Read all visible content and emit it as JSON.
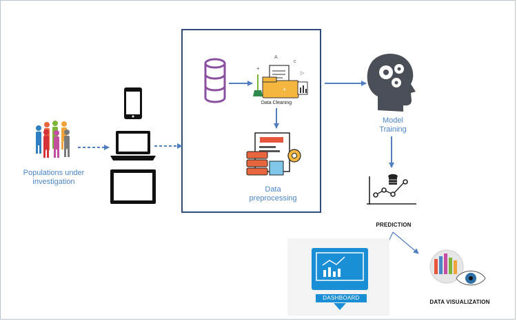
{
  "labels": {
    "populations": "Populations under investigation",
    "data_cleaning": "Data Cleaning",
    "data_preprocessing": "Data preprocessing",
    "model_training": "Model Training",
    "prediction": "PREDICTION",
    "dashboard": "DASHBOARD",
    "data_visualization": "DATA VISUALIZATION"
  },
  "colors": {
    "arrow": "#4f7fbf",
    "box_border": "#2e4a7a",
    "label_blue": "#4a86c7",
    "dashboard": "#1a8fd6",
    "database": "#8a4fa0",
    "head": "#4a4f57"
  },
  "icons": [
    "people-icon",
    "smartphone-icon",
    "laptop-icon",
    "tablet-icon",
    "database-icon",
    "data-cleaning-icon",
    "data-preprocessing-icon",
    "brain-gears-icon",
    "prediction-chart-icon",
    "dashboard-icon",
    "data-visualization-icon"
  ]
}
